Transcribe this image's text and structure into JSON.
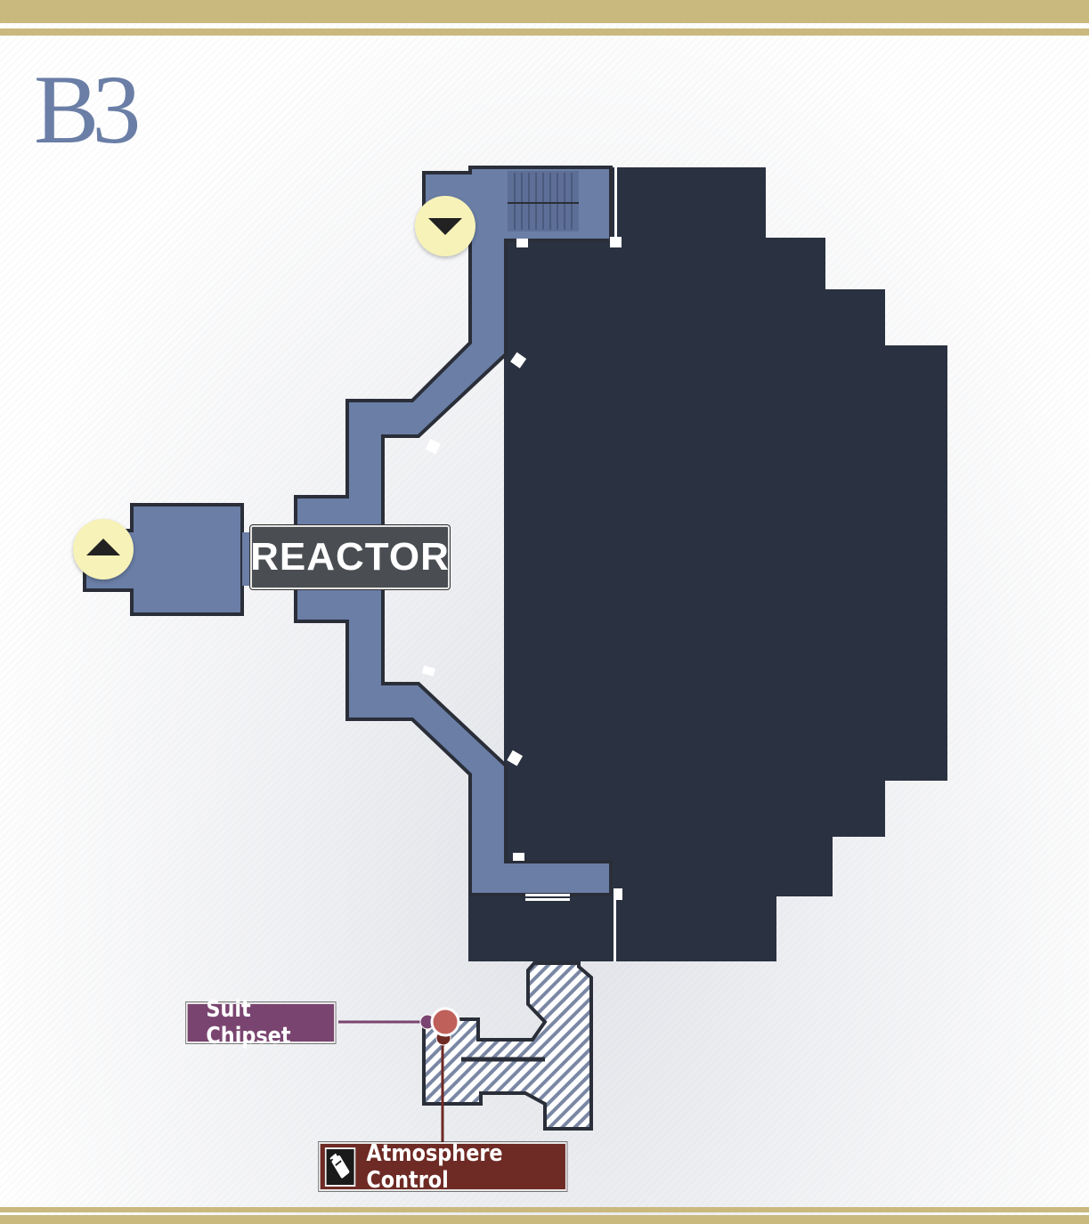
{
  "floor_label": "B3",
  "areas": {
    "reactor": "REACTOR"
  },
  "markers": [
    {
      "name": "Suit Chipset",
      "type": "item"
    },
    {
      "name": "Atmosphere Control",
      "type": "room",
      "icon": "pressure-gauge-icon"
    }
  ],
  "elevators": [
    {
      "direction": "down",
      "icon": "down-arrow-icon"
    },
    {
      "direction": "up",
      "icon": "up-arrow-icon"
    }
  ],
  "colors": {
    "frame_gold": "#c9b97f",
    "corridor": "#6a7ea6",
    "corridor_outline": "#2a2e38",
    "reactor_core": "#2a3140",
    "unexplored_hatch": "#7a87a4",
    "elevator_disc": "#f7f2b8",
    "suit_chipset_tag": "#7a4470",
    "atmosphere_tag": "#6e2a24",
    "marker_dot": "#c0605a",
    "floor_label": "#6a7ea6"
  }
}
